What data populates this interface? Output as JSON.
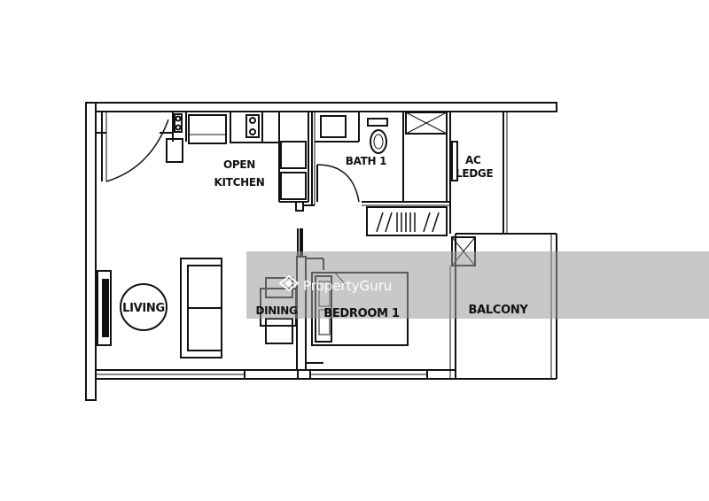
{
  "floorplan": {
    "rooms": {
      "open_kitchen": [
        "OPEN",
        "KITCHEN"
      ],
      "bath": "BATH 1",
      "ac_ledge": [
        "AC",
        "LEDGE"
      ],
      "living": "LIVING",
      "dining": "DINING",
      "bedroom": "BEDROOM 1",
      "balcony": "BALCONY"
    }
  },
  "watermark": {
    "text": "PropertyGuru",
    "icon": "propertyguru-logo-icon"
  }
}
